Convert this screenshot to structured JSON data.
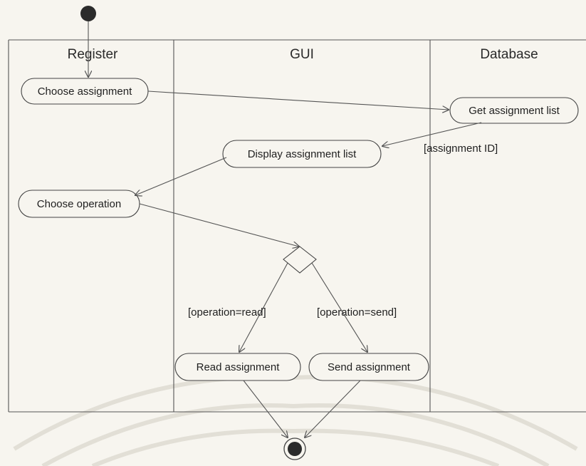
{
  "lanes": [
    "Register",
    "GUI",
    "Database"
  ],
  "nodes": {
    "choose_assignment": "Choose assignment",
    "get_assignment_list": "Get assignment list",
    "display_assignment_list": "Display  assignment list",
    "choose_operation": "Choose operation",
    "read_assignment": "Read  assignment",
    "send_assignment": "Send assignment"
  },
  "guards": {
    "assignment_id": "[assignment ID]",
    "operation_read": "[operation=read]",
    "operation_send": "[operation=send]"
  },
  "colors": {
    "line": "#555555",
    "node_fill": "#f7f5ef",
    "initial": "#2b2b2b"
  }
}
